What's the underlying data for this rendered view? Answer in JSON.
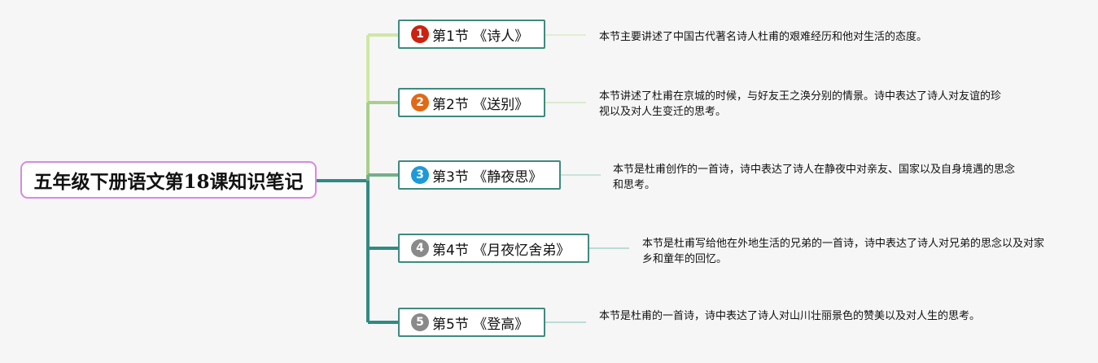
{
  "root": {
    "title": "五年级下册语文第18课知识笔记"
  },
  "sections": [
    {
      "number": "1",
      "label": "第1节 《诗人》",
      "badge_color": "#cc2211",
      "note": "本节主要讲述了中国古代著名诗人杜甫的艰难经历和他对生活的态度。"
    },
    {
      "number": "2",
      "label": "第2节 《送别》",
      "badge_color": "#e06a17",
      "note": "本节讲述了杜甫在京城的时候，与好友王之涣分别的情景。诗中表达了诗人对友谊的珍视以及对人生变迁的思考。"
    },
    {
      "number": "3",
      "label": "第3节 《静夜思》",
      "badge_color": "#1e9ad8",
      "note": "本节是杜甫创作的一首诗，诗中表达了诗人在静夜中对亲友、国家以及自身境遇的思念和思考。"
    },
    {
      "number": "4",
      "label": "第4节 《月夜忆舍弟》",
      "badge_color": "#8a8a8a",
      "note": "本节是杜甫写给他在外地生活的兄弟的一首诗，诗中表达了诗人对兄弟的思念以及对家乡和童年的回忆。"
    },
    {
      "number": "5",
      "label": "第5节 《登高》",
      "badge_color": "#8a8a8a",
      "note": "本节是杜甫的一首诗，诗中表达了诗人对山川壮丽景色的赞美以及对人生的思考。"
    }
  ],
  "colors": {
    "branch_1": "#cfe8a6",
    "branch_2": "#a9cf8a",
    "branch_3": "#74b088",
    "branch_4": "#2f8a82",
    "branch_5": "#2f8a82",
    "trunk": "#2f8a82",
    "node_border": "#3f8a7e",
    "root_border": "#d78ae0"
  }
}
